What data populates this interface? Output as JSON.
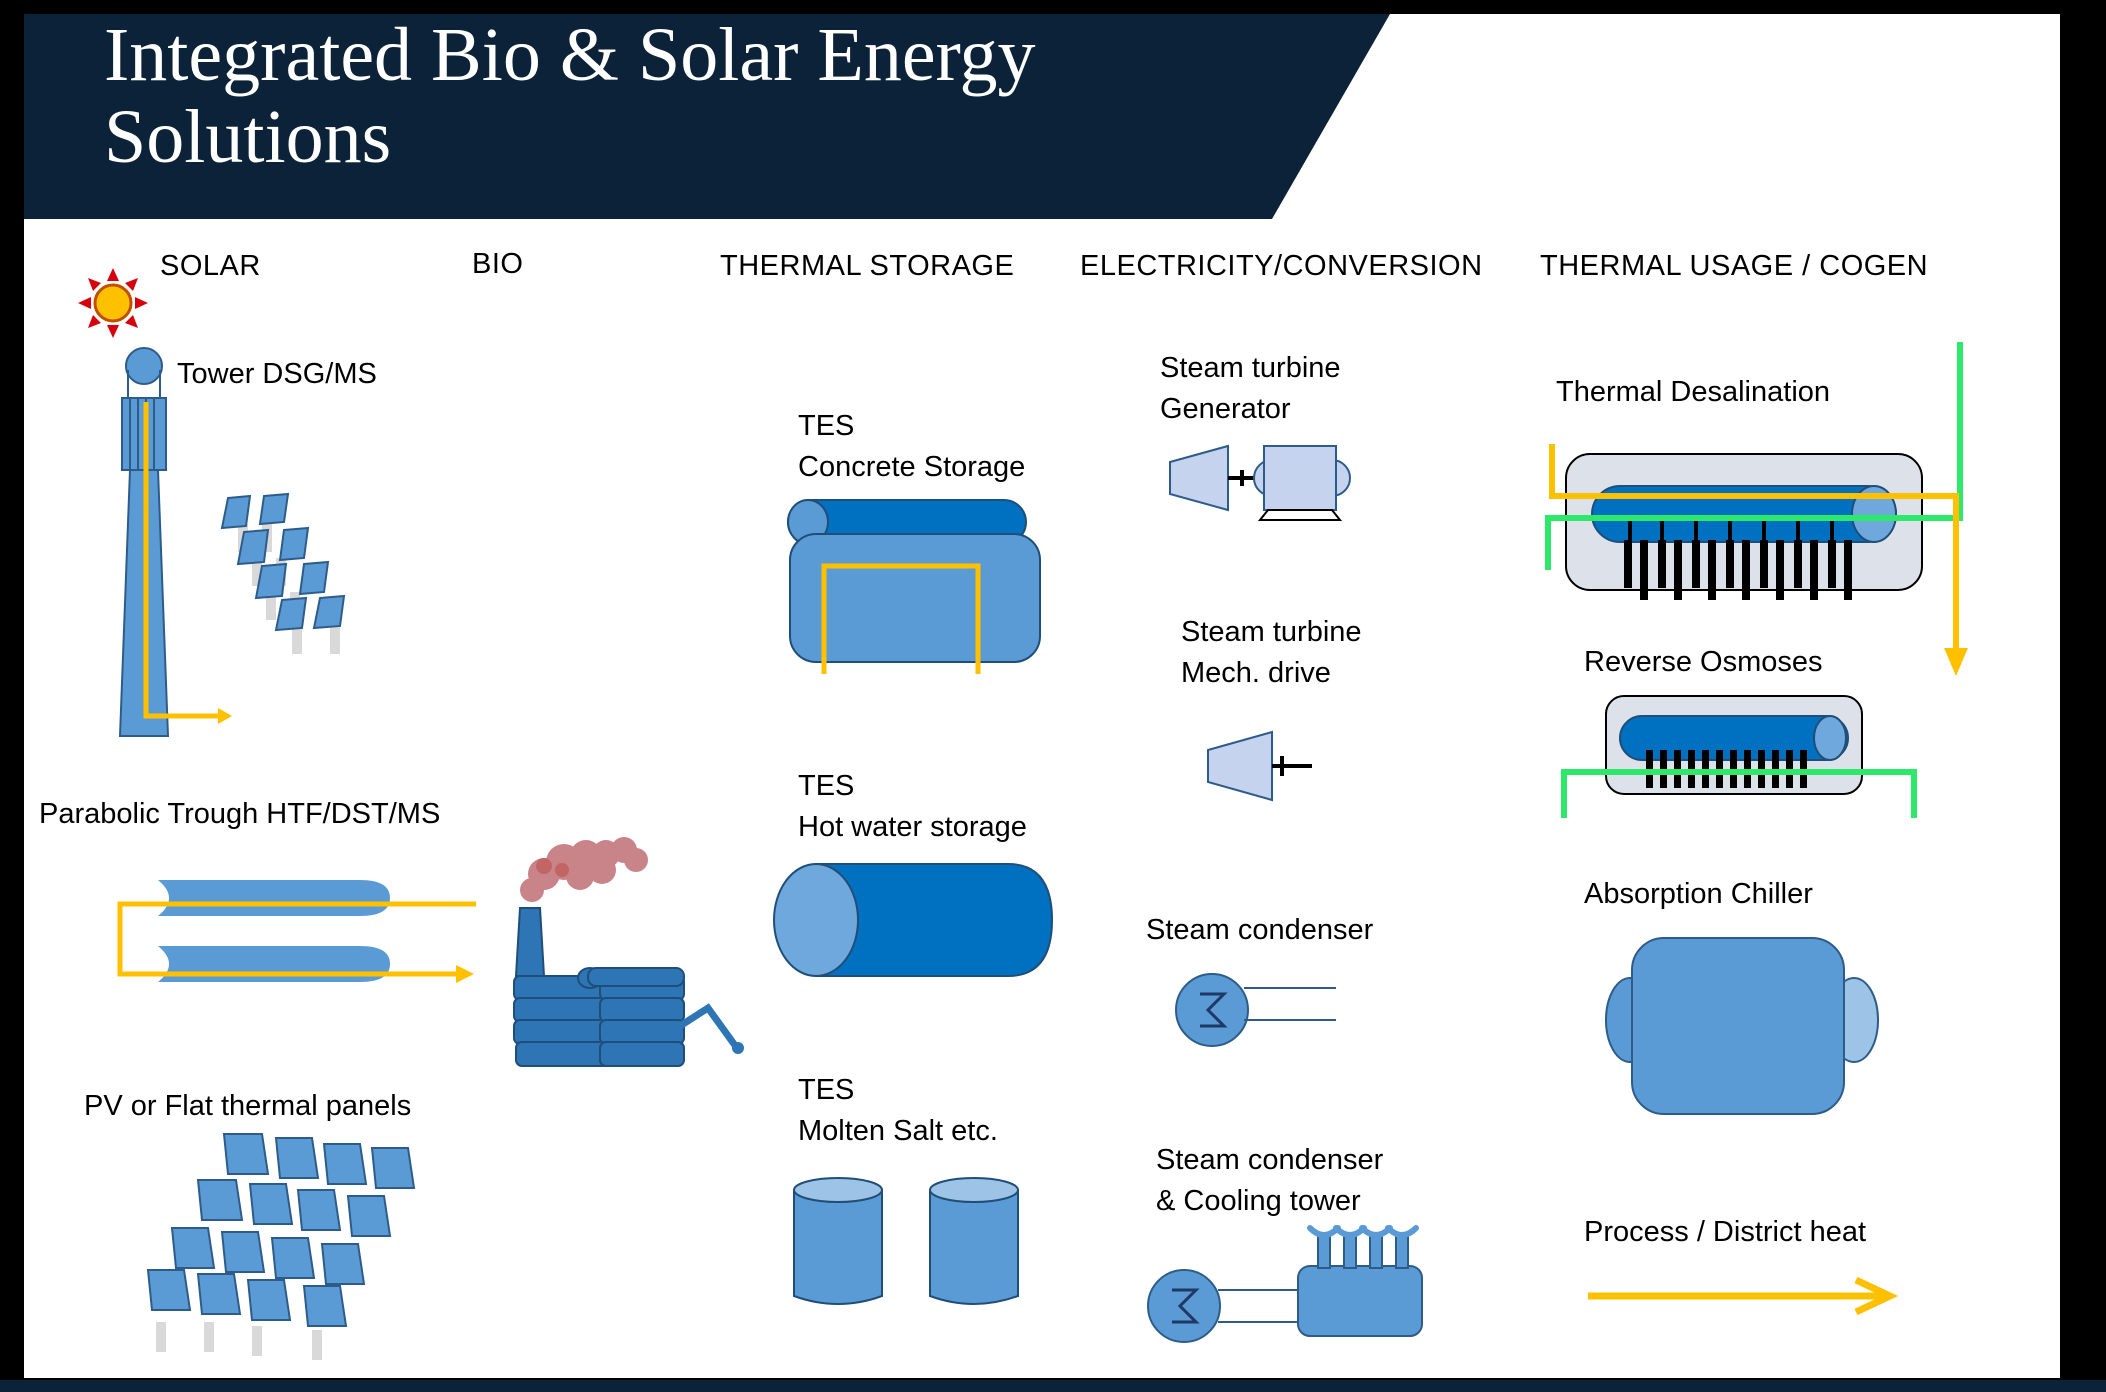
{
  "title": {
    "line1": "Integrated Bio & Solar Energy",
    "line2": "Solutions"
  },
  "columns": {
    "solar": "SOLAR",
    "bio": "BIO",
    "thermal_storage": "THERMAL STORAGE",
    "electricity": "ELECTRICITY/CONVERSION",
    "thermal_usage": "THERMAL USAGE / COGEN"
  },
  "solar": {
    "tower": "Tower DSG/MS",
    "trough": "Parabolic Trough HTF/DST/MS",
    "pv": "PV or Flat thermal panels"
  },
  "storage": {
    "concrete": {
      "line1": "TES",
      "line2": "Concrete Storage"
    },
    "hotwater": {
      "line1": "TES",
      "line2": "Hot water storage"
    },
    "moltensalt": {
      "line1": "TES",
      "line2": "Molten Salt etc."
    }
  },
  "electricity": {
    "generator": {
      "line1": "Steam turbine",
      "line2": "Generator"
    },
    "mechdrive": {
      "line1": "Steam turbine",
      "line2": "Mech. drive"
    },
    "condenser": "Steam condenser",
    "cooling": {
      "line1": "Steam condenser",
      "line2": "& Cooling tower"
    }
  },
  "usage": {
    "desalination": "Thermal Desalination",
    "osmosis": "Reverse  Osmoses",
    "chiller": "Absorption Chiller",
    "process": "Process / District heat"
  },
  "colors": {
    "navy": "#0b2238",
    "equipment_blue": "#5b9bd5",
    "dark_blue": "#0070c0",
    "outline_blue": "#2e5c8a",
    "heat_flow": "#ffc000",
    "water_flow": "#2ee86b",
    "smoke": "#c9848a",
    "sun": "#ffc000",
    "sun_rays": "#d7000f"
  }
}
